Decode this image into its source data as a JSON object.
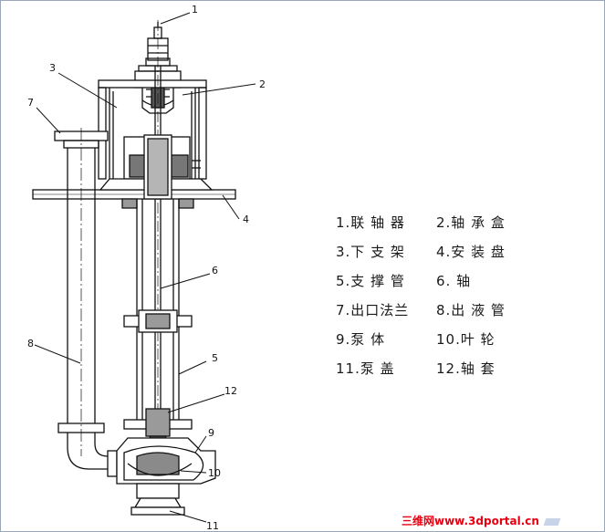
{
  "callouts": [
    "1",
    "2",
    "3",
    "4",
    "5",
    "6",
    "7",
    "8",
    "9",
    "10",
    "11",
    "12"
  ],
  "legend": [
    [
      "1.联 轴 器",
      "2.轴 承 盒"
    ],
    [
      "3.下 支 架",
      "4.安 装 盘"
    ],
    [
      "5.支 撑 管",
      "6.   轴"
    ],
    [
      "7.出口法兰",
      "8.出 液 管"
    ],
    [
      "9.泵   体",
      "10.叶   轮"
    ],
    [
      "11.泵   盖",
      "12.轴   套"
    ]
  ],
  "watermark": "三维网www.3dportal.cn"
}
